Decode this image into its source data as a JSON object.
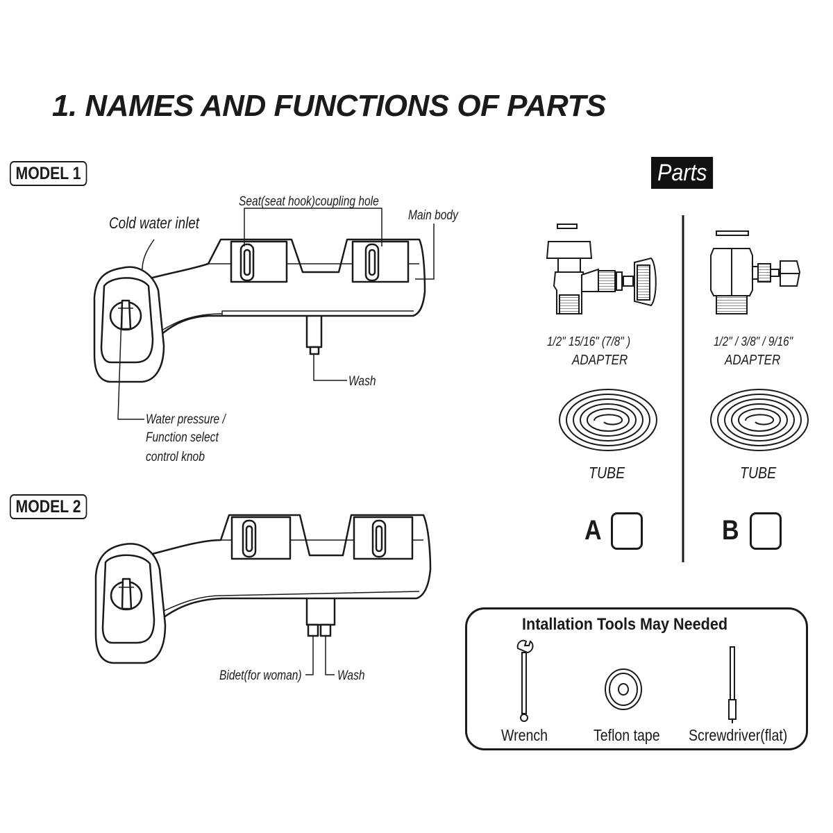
{
  "title": "1. NAMES AND FUNCTIONS OF PARTS",
  "model1": {
    "tag": "MODEL 1",
    "labels": {
      "cold_water_inlet": "Cold water inlet",
      "seat_coupling_hole": "Seat(seat hook)coupling hole",
      "main_body": "Main body",
      "wash": "Wash",
      "knob_line1": "Water pressure /",
      "knob_line2": "Function select",
      "knob_line3": "control knob"
    }
  },
  "model2": {
    "tag": "MODEL 2",
    "labels": {
      "bidet": "Bidet(for woman)",
      "wash": "Wash"
    }
  },
  "parts": {
    "title": "Parts",
    "a": {
      "sizes": "1/2\"   15/16\"   (7/8\"  )",
      "adapter": "ADAPTER",
      "tube": "TUBE",
      "letter": "A"
    },
    "b": {
      "sizes": "1/2\" / 3/8\" / 9/16\"",
      "adapter": "ADAPTER",
      "tube": "TUBE",
      "letter": "B"
    }
  },
  "tools": {
    "title": "Intallation Tools May Needed",
    "items": [
      {
        "label": "Wrench",
        "icon": "wrench-icon"
      },
      {
        "label": "Teflon tape",
        "icon": "teflon-tape-icon"
      },
      {
        "label": "Screwdriver(flat)",
        "icon": "screwdriver-icon"
      }
    ]
  }
}
